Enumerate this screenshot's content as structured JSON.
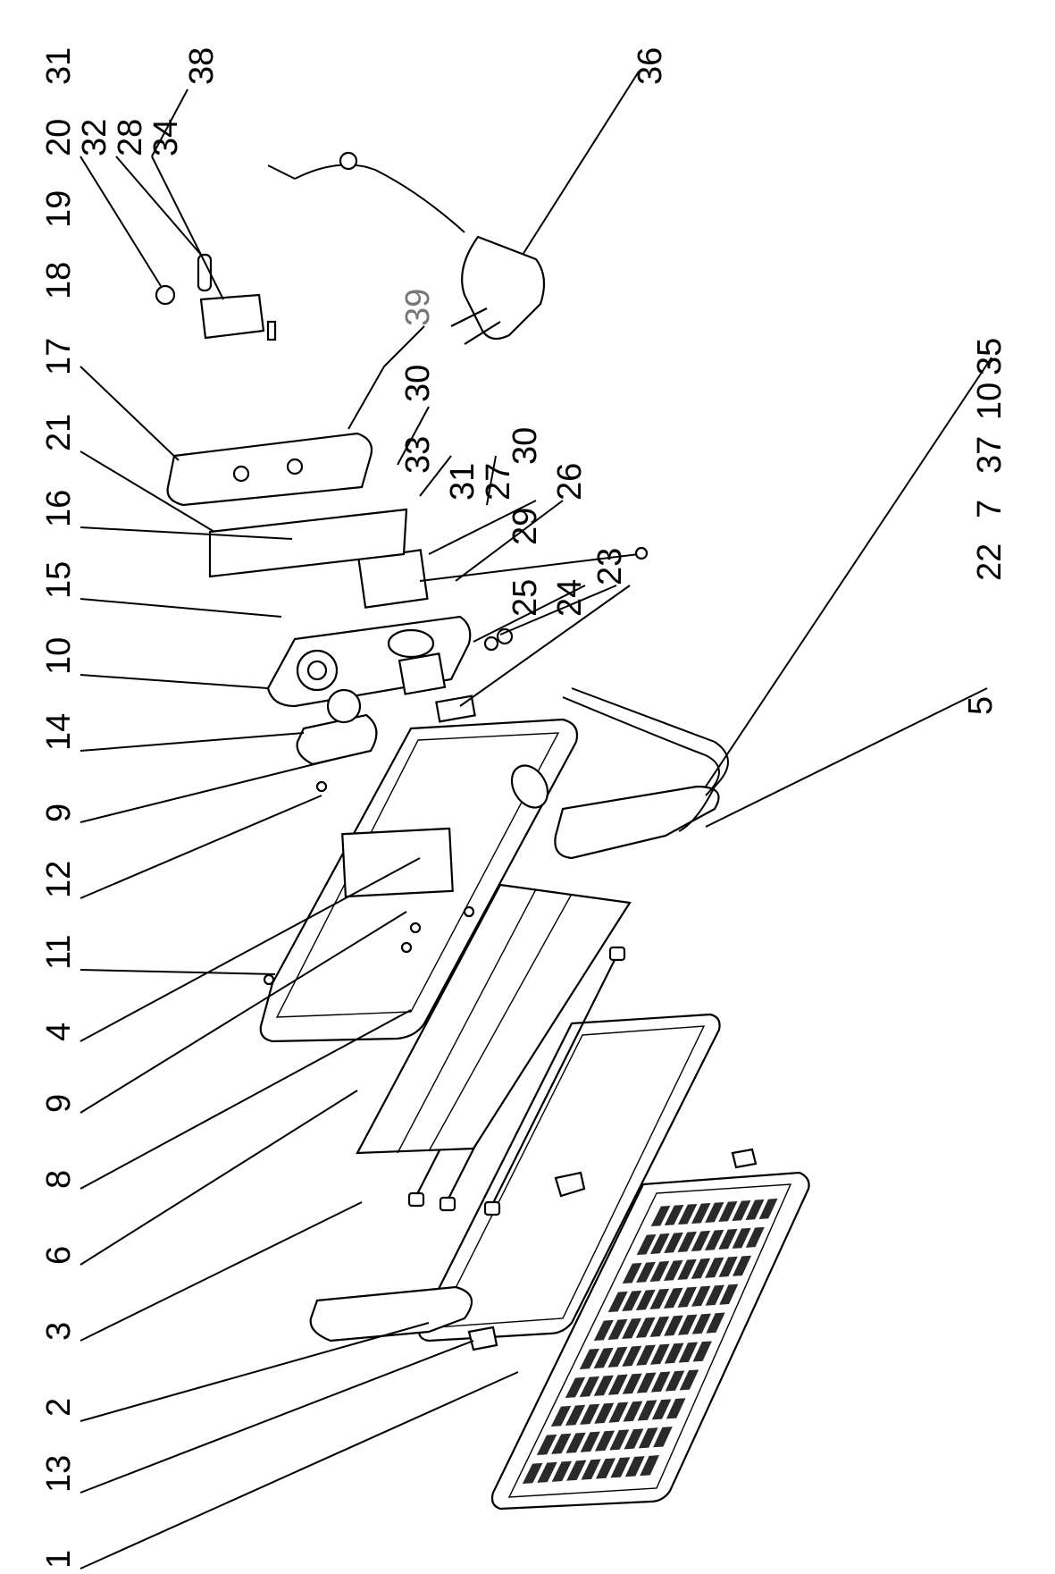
{
  "labels": {
    "l1": "1",
    "l13": "13",
    "l2": "2",
    "l3": "3",
    "l6": "6",
    "l8": "8",
    "l9": "9",
    "l4": "4",
    "l11": "11",
    "l12": "12",
    "l9b": "9",
    "l14": "14",
    "l10": "10",
    "l15": "15",
    "l16": "16",
    "l21": "21",
    "l17": "17",
    "l18": "18",
    "l19": "19",
    "l20": "20",
    "l31": "31",
    "l32": "32",
    "l28": "28",
    "l34": "34",
    "l38": "38",
    "l36": "36",
    "l39": "39",
    "l30": "30",
    "l33": "33",
    "l31b": "31",
    "l27": "27",
    "l30b": "30",
    "l29": "29",
    "l26": "26",
    "l25": "25",
    "l24": "24",
    "l23": "23",
    "l22": "22",
    "l7": "7",
    "l37": "37",
    "l10b": "10",
    "l35": "35",
    "l5": "5"
  },
  "colors": {
    "ink": "#000000",
    "muted_label": "#777777",
    "background": "#ffffff"
  }
}
